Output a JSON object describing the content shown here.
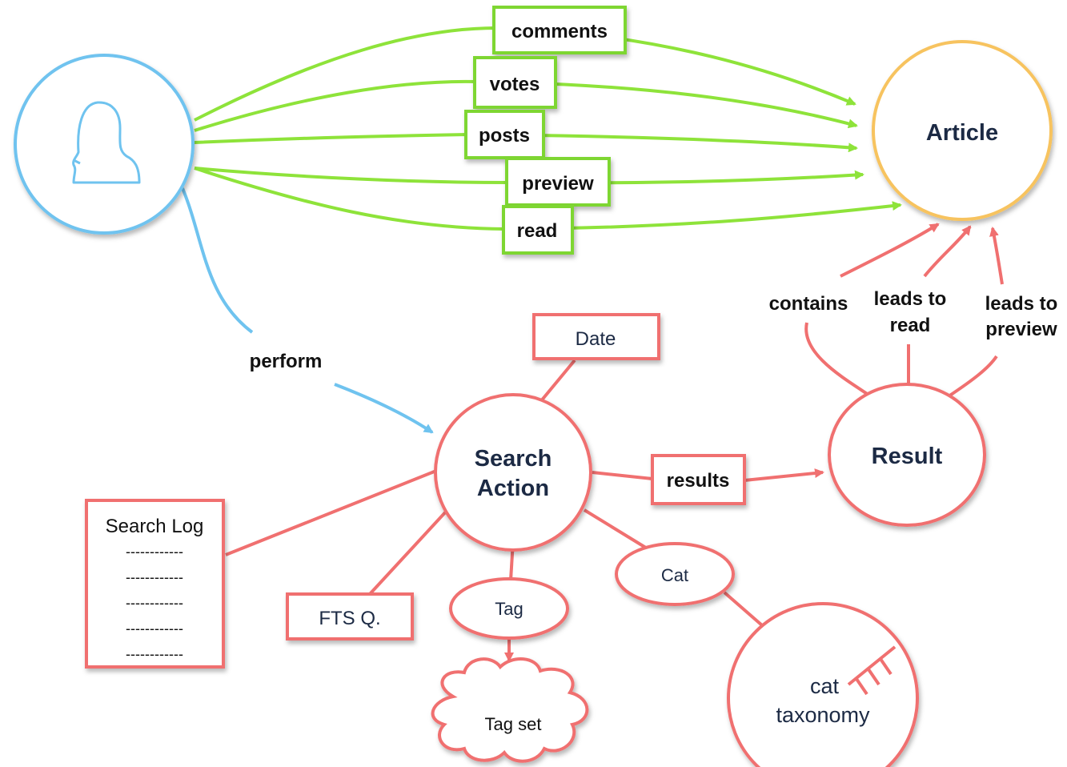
{
  "colors": {
    "green": "#8ee33a",
    "green_border": "#7ed631",
    "red": "#f07070",
    "blue": "#6fc3ef",
    "orange": "#f7c35e",
    "node_text": "#1c2a44"
  },
  "nodes": {
    "user_icon": "person-silhouette-icon",
    "article": "Article",
    "search_action_line1": "Search",
    "search_action_line2": "Action",
    "result": "Result",
    "date": "Date",
    "fts": "FTS Q.",
    "tag": "Tag",
    "tag_set": "Tag set",
    "cat": "Cat",
    "cat_taxonomy_line1": "cat",
    "cat_taxonomy_line2": "taxonomy",
    "search_log_title": "Search Log",
    "search_log_lines": [
      "------------",
      "------------",
      "------------",
      "------------",
      "------------"
    ]
  },
  "edges": {
    "comments": "comments",
    "votes": "votes",
    "posts": "posts",
    "preview": "preview",
    "read": "read",
    "perform": "perform",
    "results": "results",
    "contains": "contains",
    "leads_to_read_line1": "leads to",
    "leads_to_read_line2": "read",
    "leads_to_preview_line1": "leads to",
    "leads_to_preview_line2": "preview"
  }
}
